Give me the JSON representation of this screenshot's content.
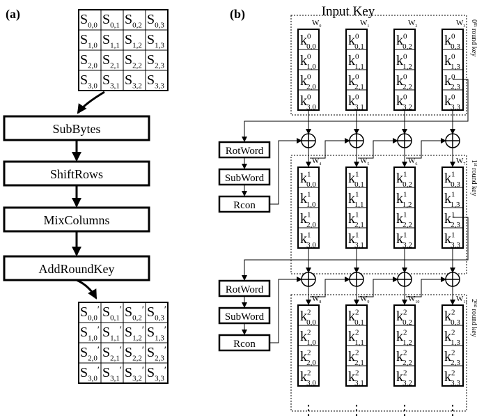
{
  "panel_a": {
    "label": "(a)",
    "state_in": [
      [
        "S",
        "0,0"
      ],
      [
        "S",
        "0,1"
      ],
      [
        "S",
        "0,2"
      ],
      [
        "S",
        "0,3"
      ],
      [
        "S",
        "1,0"
      ],
      [
        "S",
        "1,1"
      ],
      [
        "S",
        "1,2"
      ],
      [
        "S",
        "1,3"
      ],
      [
        "S",
        "2,0"
      ],
      [
        "S",
        "2,1"
      ],
      [
        "S",
        "2,2"
      ],
      [
        "S",
        "2,3"
      ],
      [
        "S",
        "3,0"
      ],
      [
        "S",
        "3,1"
      ],
      [
        "S",
        "3,2"
      ],
      [
        "S",
        "3,3"
      ]
    ],
    "state_out_prime": "′",
    "steps": [
      "SubBytes",
      "ShiftRows",
      "MixColumns",
      "AddRoundKey"
    ]
  },
  "panel_b": {
    "label": "(b)",
    "title": "Input Key",
    "rounds": [
      {
        "label_num": "0",
        "label_sup": "th",
        "label_text": " round key",
        "words": [
          [
            "W",
            "0"
          ],
          [
            "W",
            "1"
          ],
          [
            "W",
            "2"
          ],
          [
            "W",
            "3"
          ]
        ],
        "k_sup": "0"
      },
      {
        "label_num": "1",
        "label_sup": "st",
        "label_text": " round key",
        "words": [
          [
            "W",
            "4"
          ],
          [
            "W",
            "5"
          ],
          [
            "W",
            "6"
          ],
          [
            "W",
            "7"
          ]
        ],
        "k_sup": "1"
      },
      {
        "label_num": "2",
        "label_sup": "nd",
        "label_text": " round key",
        "words": [
          [
            "W",
            "8"
          ],
          [
            "W",
            "9"
          ],
          [
            "W",
            "10"
          ],
          [
            "W",
            "11"
          ]
        ],
        "k_sup": "2"
      }
    ],
    "k_base": "k",
    "k_subs": [
      "0,0",
      "1,0",
      "2,0",
      "3,0",
      "0,1",
      "1,1",
      "2,1",
      "3,1",
      "0,2",
      "1,2",
      "2,2",
      "3,2",
      "0,3",
      "1,3",
      "2,3",
      "3,3"
    ],
    "g_function": [
      "RotWord",
      "SubWord",
      "Rcon"
    ],
    "ellipsis": "⋮"
  }
}
